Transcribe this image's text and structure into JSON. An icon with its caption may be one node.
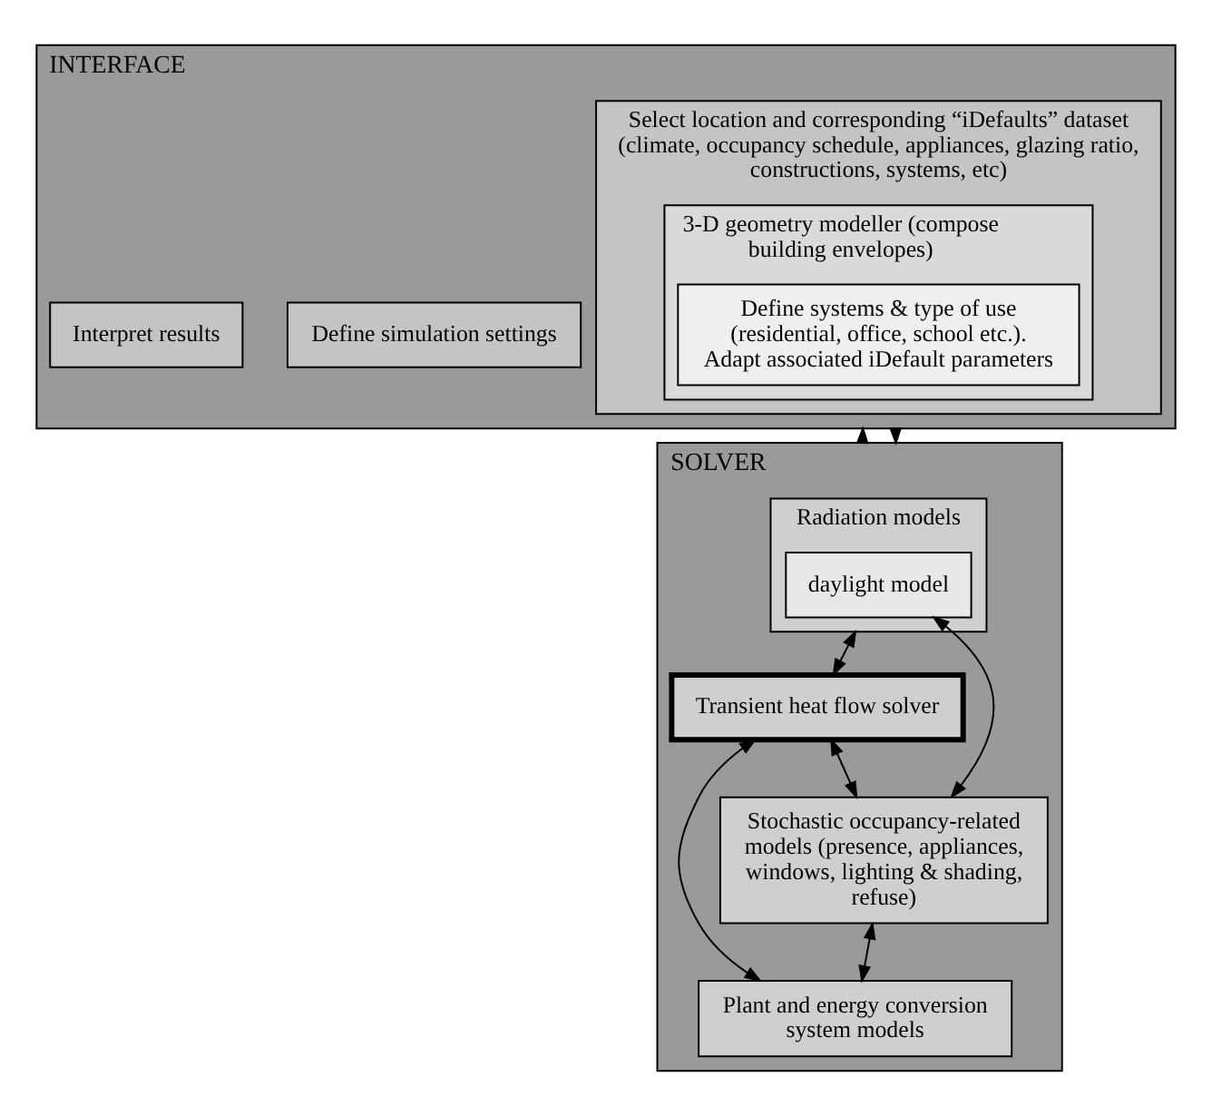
{
  "diagram": {
    "nodes": [
      {
        "text": [
          "INTERFACE"
        ]
      },
      {
        "text": [
          "Select location and corresponding “iDefaults” dataset (climate, occupancy schedule, appliances, glazing ratio, constructions, systems, etc)"
        ],
        "in": 0
      },
      {
        "text": [
          "3-D geometry modeller (compose building envelopes)"
        ],
        "in": 1
      },
      {
        "text": [
          "Define systems & type of use (residential, office, school etc.). Adapt associated iDefault parameters"
        ],
        "in": 2
      },
      {
        "text": [
          "Define simulation settings"
        ],
        "in": 0
      },
      {
        "text": [
          "Interpret results"
        ],
        "in": 0
      },
      {
        "text": [
          "SOLVER"
        ]
      },
      {
        "text": [
          "Radiation models"
        ],
        "in": 6
      },
      {
        "text": [
          "daylight model"
        ],
        "in": 7
      },
      {
        "text": [
          "Transient heat flow solver"
        ],
        "in": 6
      },
      {
        "text": [
          "Plant and energy conversion system models"
        ],
        "in": 6
      },
      {
        "text": [
          "Stochastic occupancy-related models (presence, appliances, windows, lighting & shading, refuse)"
        ],
        "in": 6
      }
    ],
    "edges": [
      {
        "from": 0,
        "to": 6,
        "arrow": "to"
      },
      {
        "from": 6,
        "to": 0,
        "arrow": "to"
      },
      {
        "from": 7,
        "to": 9,
        "arrow": "both"
      },
      {
        "from": 9,
        "to": 10,
        "arrow": "both"
      },
      {
        "from": 9,
        "to": 11,
        "arrow": "both"
      },
      {
        "from": 8,
        "to": 11,
        "arrow": "both"
      },
      {
        "from": 11,
        "to": 10,
        "arrow": "both"
      }
    ]
  }
}
